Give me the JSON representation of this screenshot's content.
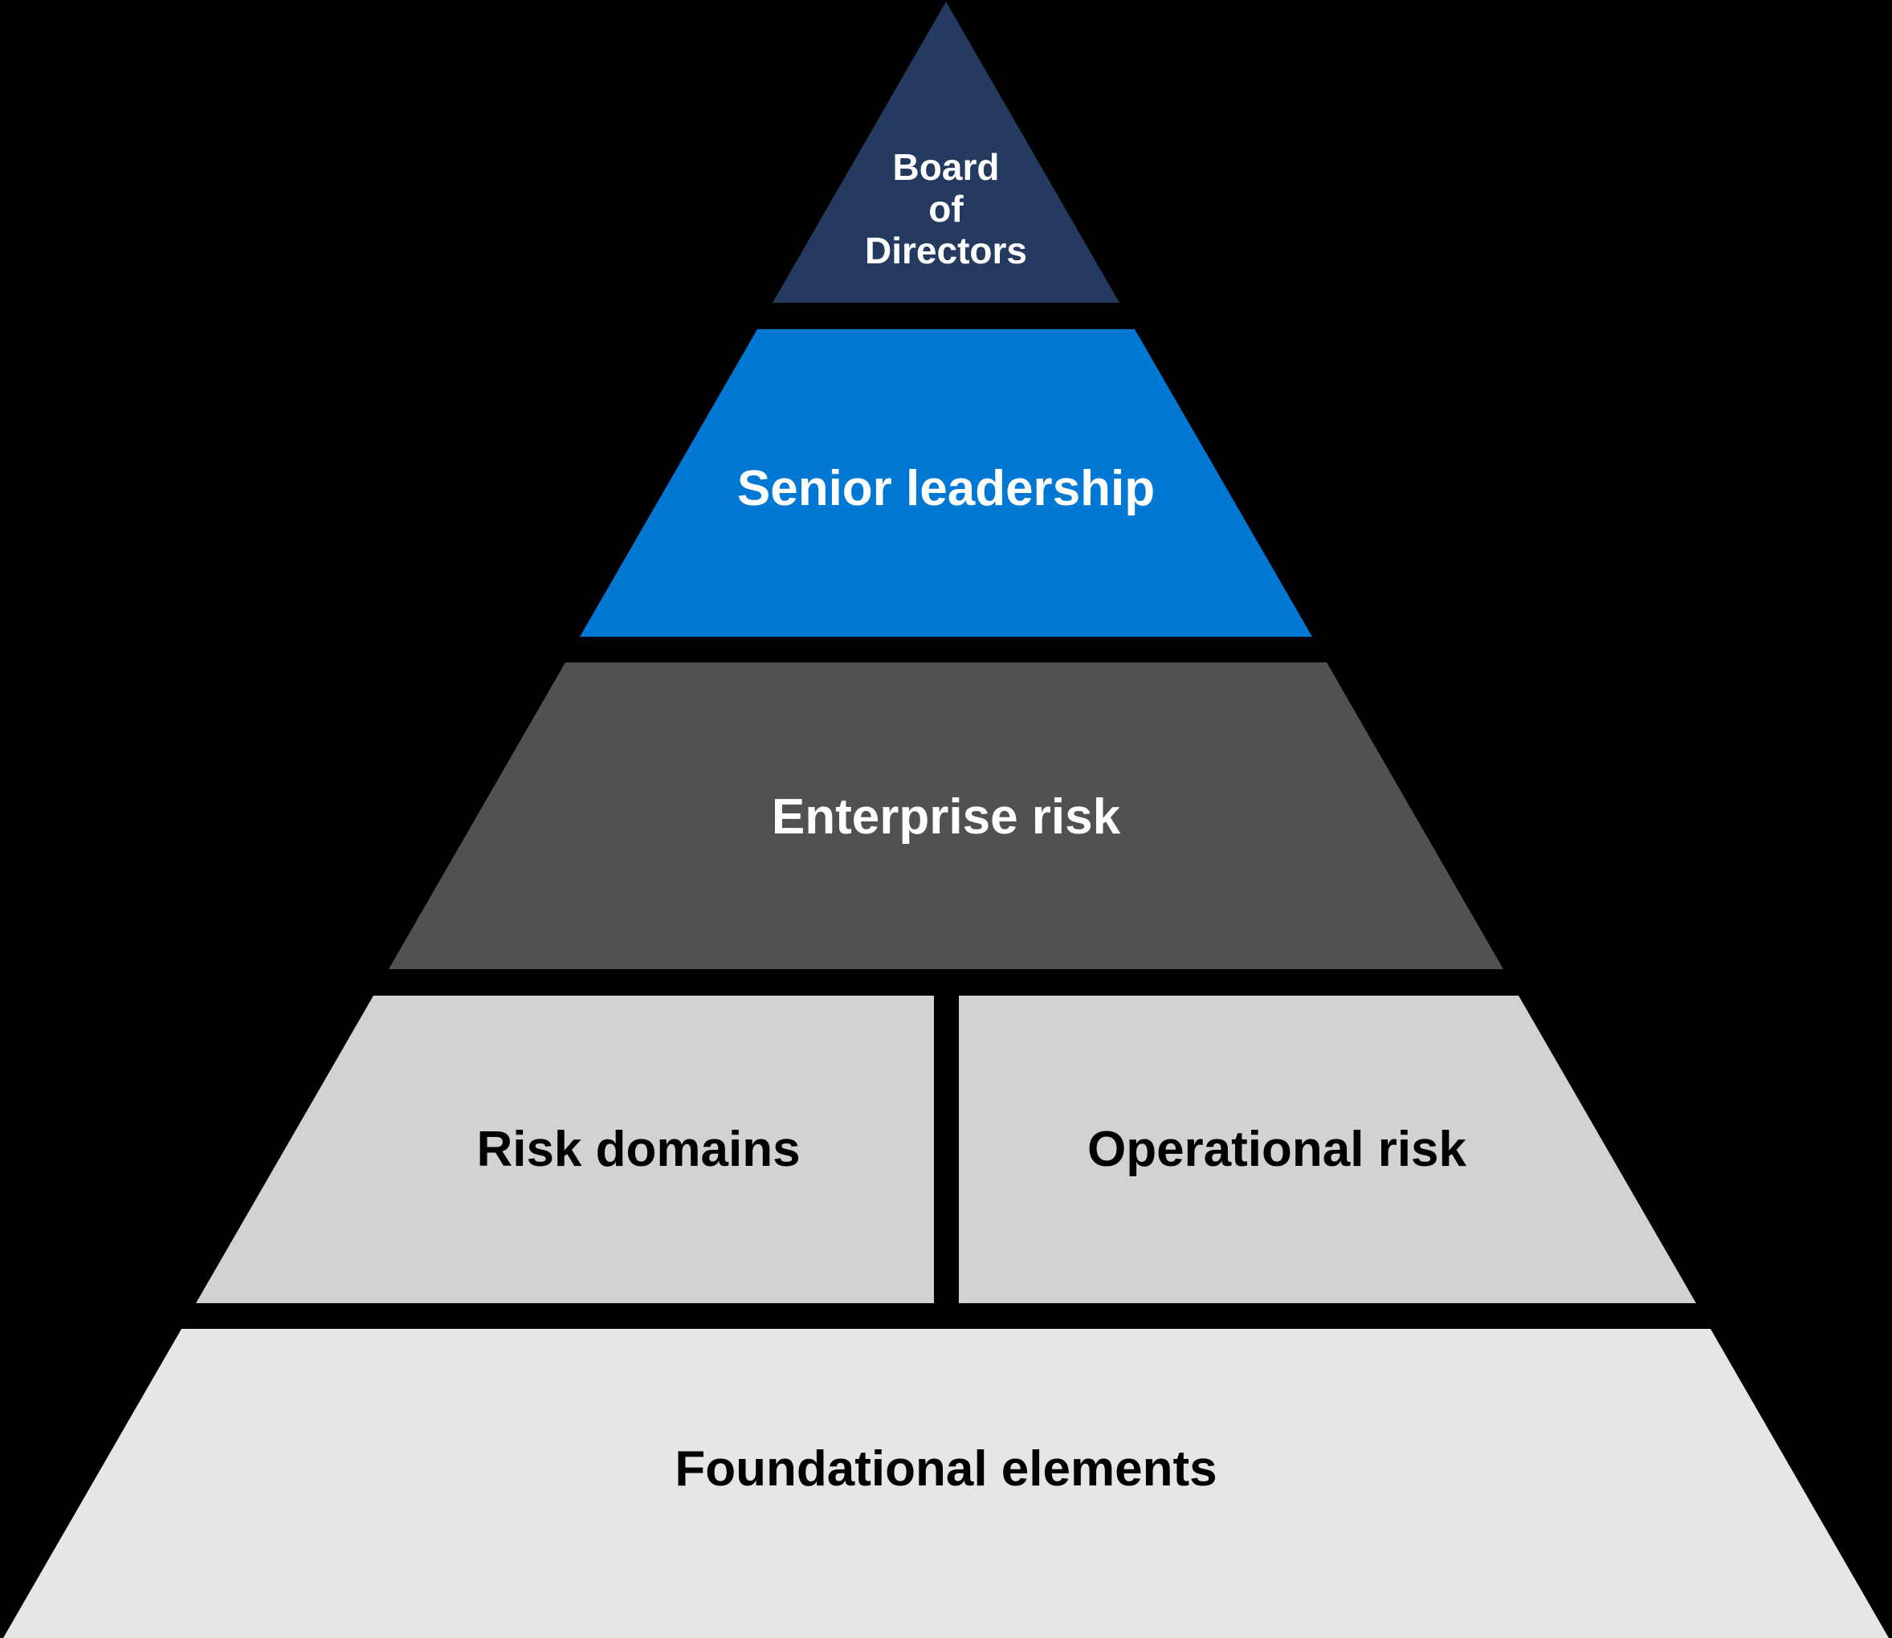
{
  "diagram": {
    "name": "enterprise-risk-pyramid",
    "background": "#000000",
    "levels": [
      {
        "id": "board-of-directors",
        "label": "Board of Directors",
        "label_lines": [
          "Board",
          "of",
          "Directors"
        ],
        "color": "#243a5e",
        "text_color": "#ffffff"
      },
      {
        "id": "senior-leadership",
        "label": "Senior leadership",
        "color": "#0078d4",
        "text_color": "#ffffff"
      },
      {
        "id": "enterprise-risk",
        "label": "Enterprise risk",
        "color": "#515151",
        "text_color": "#ffffff"
      },
      {
        "id": "risk-domains",
        "label": "Risk domains",
        "color": "#d2d2d2",
        "text_color": "#000000"
      },
      {
        "id": "operational-risk",
        "label": "Operational risk",
        "color": "#d2d2d2",
        "text_color": "#000000"
      },
      {
        "id": "foundational-elements",
        "label": "Foundational elements",
        "color": "#e6e6e6",
        "text_color": "#000000"
      }
    ]
  }
}
